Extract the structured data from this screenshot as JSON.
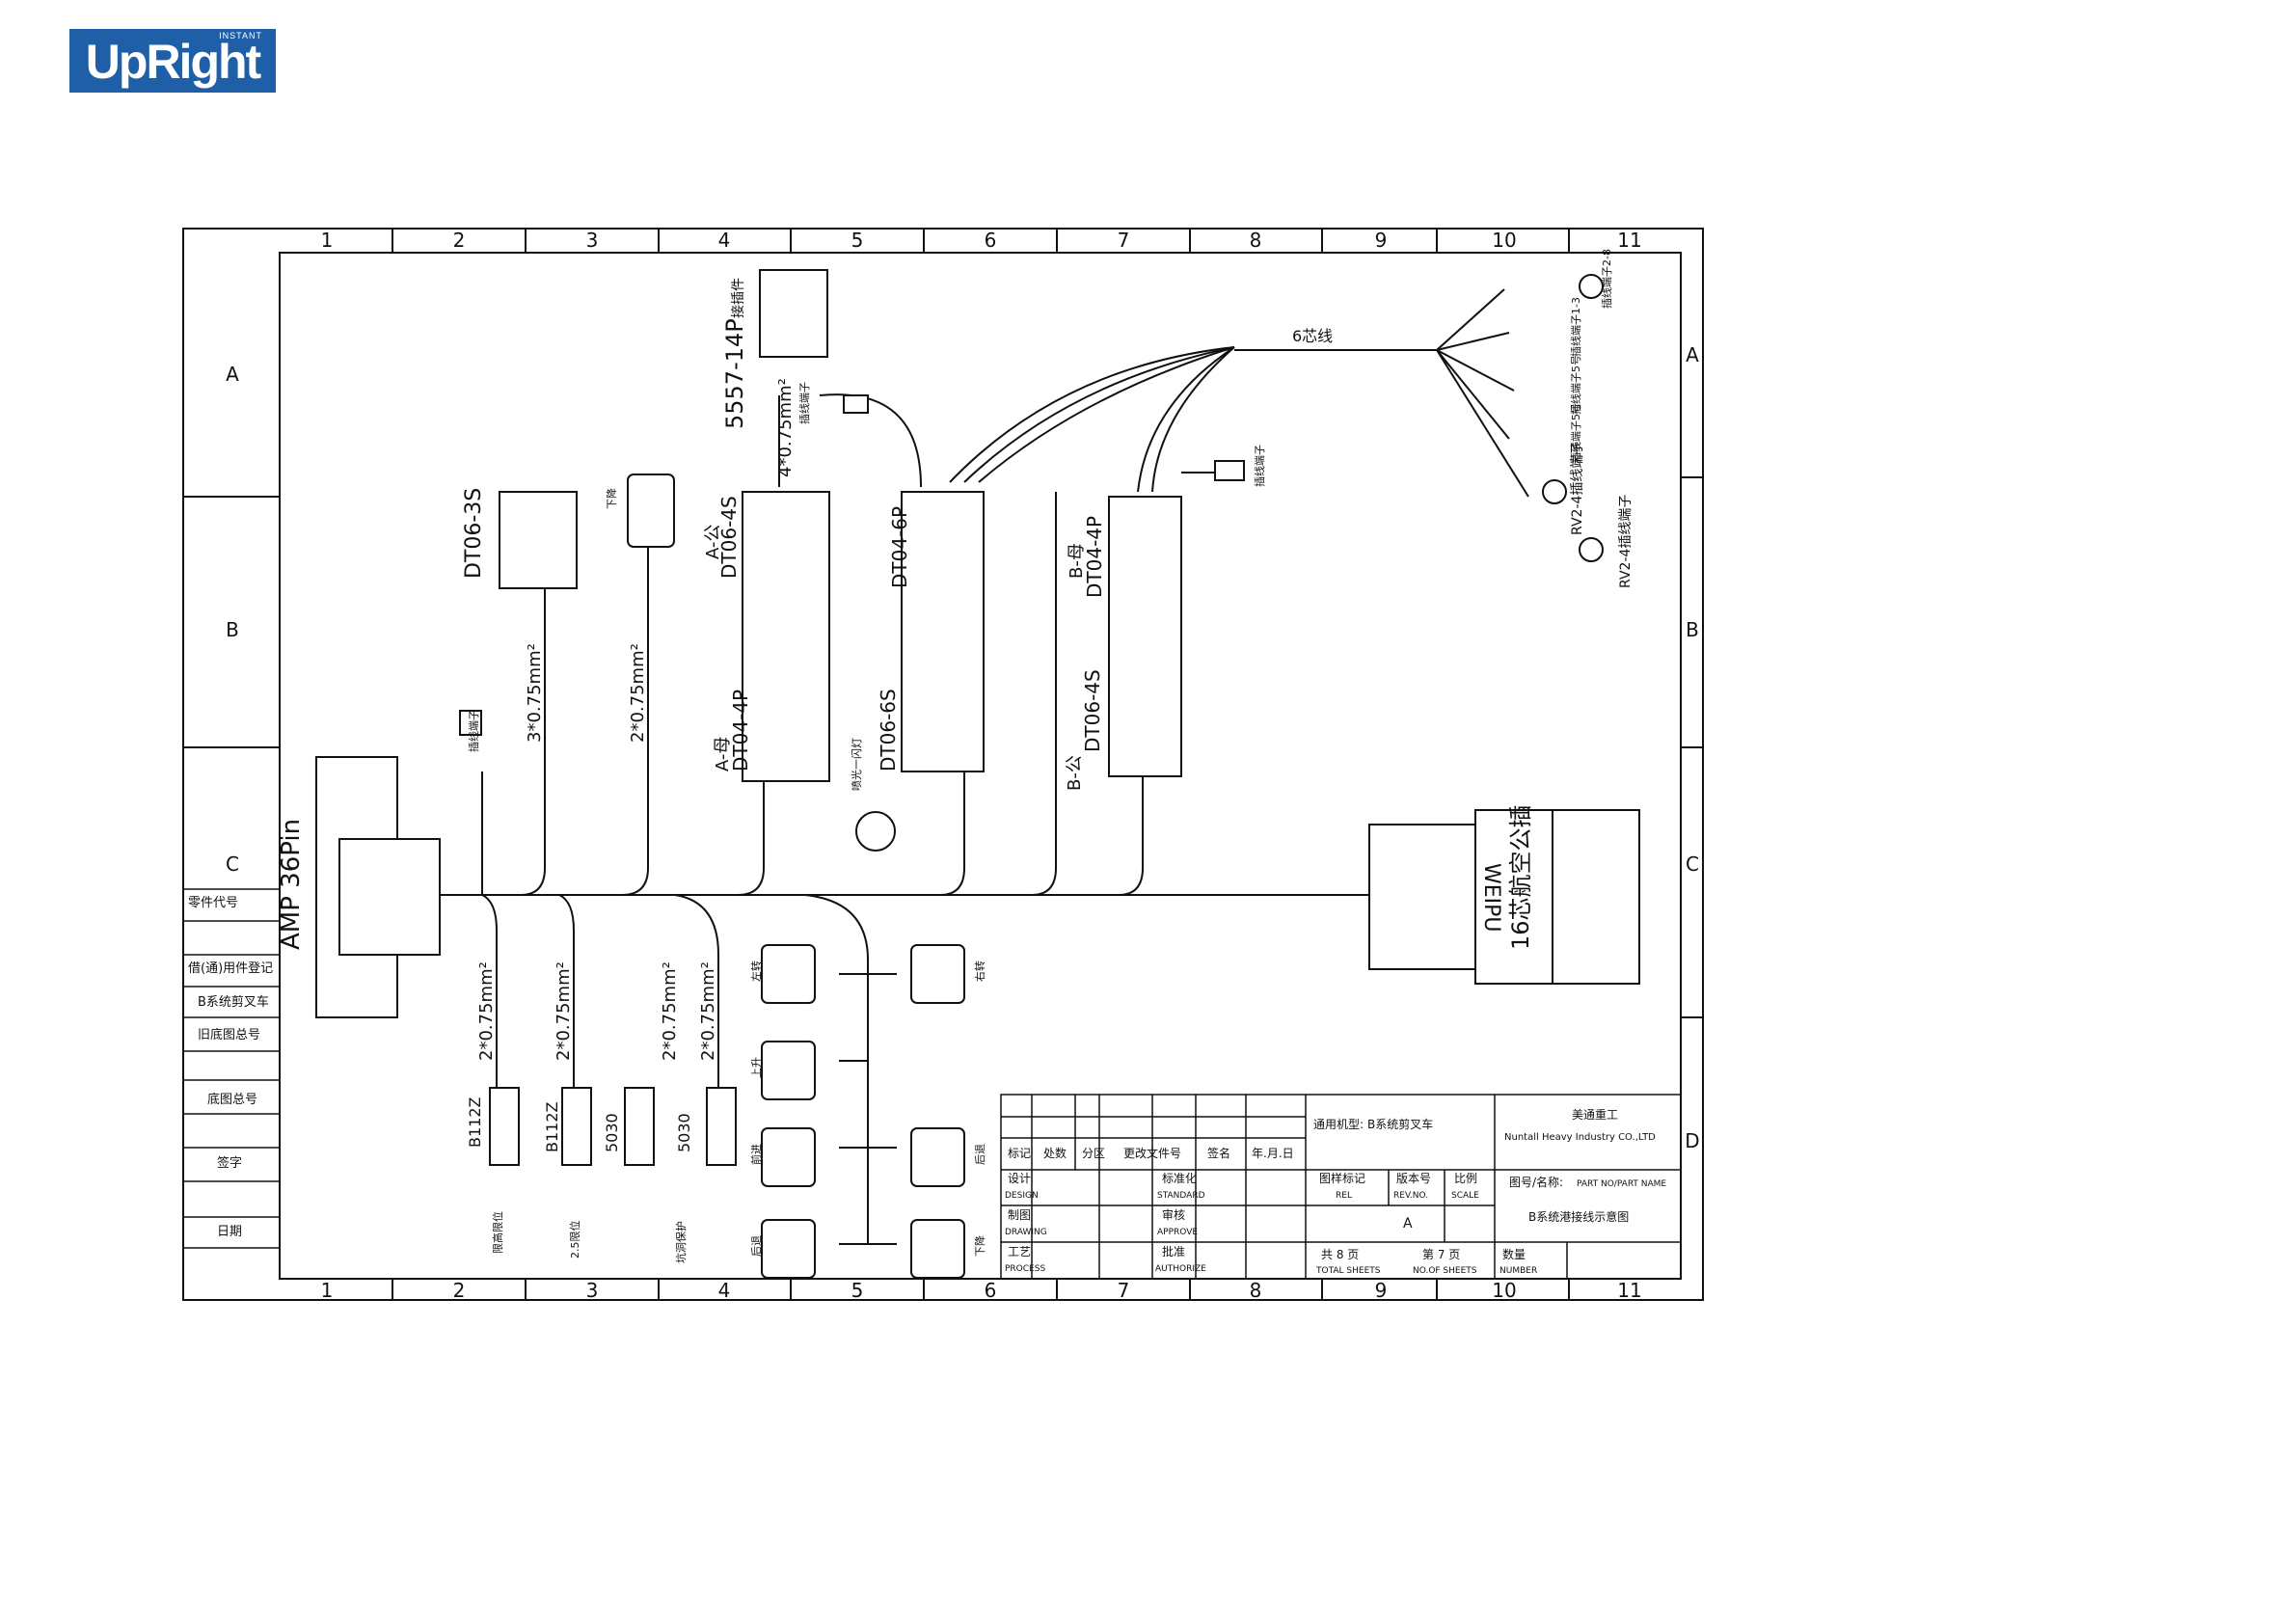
{
  "logo": {
    "brand": "UpRight",
    "tag": "INSTANT"
  },
  "grid": {
    "columns": [
      "1",
      "2",
      "3",
      "4",
      "5",
      "6",
      "7",
      "8",
      "9",
      "10",
      "11"
    ],
    "rows": [
      "A",
      "B",
      "C",
      "D"
    ]
  },
  "left_strip": {
    "labels": [
      "零件代号",
      "借(通)用件登记",
      "B系统剪叉车",
      "旧底图总号",
      "底图总号",
      "签字",
      "日期"
    ]
  },
  "components": {
    "amp": "AMP 36Pin",
    "dt063s": "DT06-3S",
    "conn5557": "5557-14P",
    "conn5557_sub": "接插件",
    "a_mother": "A-公",
    "dt064s_a": "DT06-4S",
    "a_father": "A-母",
    "dt044p_a": "DT04-4P",
    "dt046p": "DT04-6P",
    "dt066s": "DT06-6S",
    "b_father": "B-母",
    "dt044p_b": "DT04-4P",
    "b_mother": "B-公",
    "dt064s_b": "DT06-4S",
    "core6": "6芯线",
    "weipu": "WEIPU",
    "aviation16": "16芯航空公插",
    "rv1": "RV2-4插线端子",
    "rv2": "RV2-4插线端子",
    "sw_b112z_1": "B112Z",
    "sw_b112z_2": "B112Z",
    "sw_5030_1": "5030",
    "sw_5030_2": "5030"
  },
  "wires": {
    "w1": "4*0.75mm²",
    "w2": "3*0.75mm²",
    "w3": "2*0.75mm²",
    "w4": "2*0.75mm²",
    "w5": "2*0.75mm²",
    "w6": "2*0.75mm²",
    "w7": "2*0.75mm²"
  },
  "small_labels": {
    "beeper": "插线端子",
    "flasher": "喷光一闪灯",
    "term_5557": "插线端子",
    "term_b": "插线端子",
    "lower": "下降",
    "lim1": "限高限位",
    "lim2": "2.5限位",
    "pothole": "坑洞保护",
    "v_left": [
      "左转",
      "上升",
      "前进",
      "后退"
    ],
    "v_right": [
      "右转",
      "",
      "后退",
      "下降"
    ],
    "ring_right": [
      "插线端子2-8",
      "插线端子1-3",
      "插线端子5号",
      "插线端子5号"
    ]
  },
  "title_block": {
    "h_mark": "标记",
    "h_count": "处数",
    "h_zone": "分区",
    "h_doc": "更改文件号",
    "h_sign": "签名",
    "h_date": "年.月.日",
    "design": "设计",
    "design_en": "DESIGN",
    "standard": "标准化",
    "standard_en": "STANDARD",
    "drawing": "制图",
    "drawing_en": "DRAWING",
    "approve_zh": "审核",
    "approve_en": "APPROVE",
    "process": "工艺",
    "process_en": "PROCESS",
    "authorize": "批准",
    "authorize_en": "AUTHORIZE",
    "machine_label": "通用机型:",
    "machine_value": "B系统剪叉车",
    "ref_label": "图样标记",
    "ref_en": "REL",
    "rev_label": "版本号",
    "rev_en": "REV.NO.",
    "rev_value": "A",
    "scale_label": "比例",
    "scale_en": "SCALE",
    "company_cn": "美通重工",
    "company_en": "Nuntall Heavy Industry CO.,LTD",
    "part_label": "图号/名称:",
    "part_en": "PART NO/PART NAME",
    "part_value": "B系统港接线示意图",
    "total": "共 8 页",
    "total_en": "TOTAL SHEETS",
    "sheet": "第 7 页",
    "sheet_en": "NO.OF SHEETS",
    "qty": "数量",
    "qty_en": "NUMBER"
  }
}
